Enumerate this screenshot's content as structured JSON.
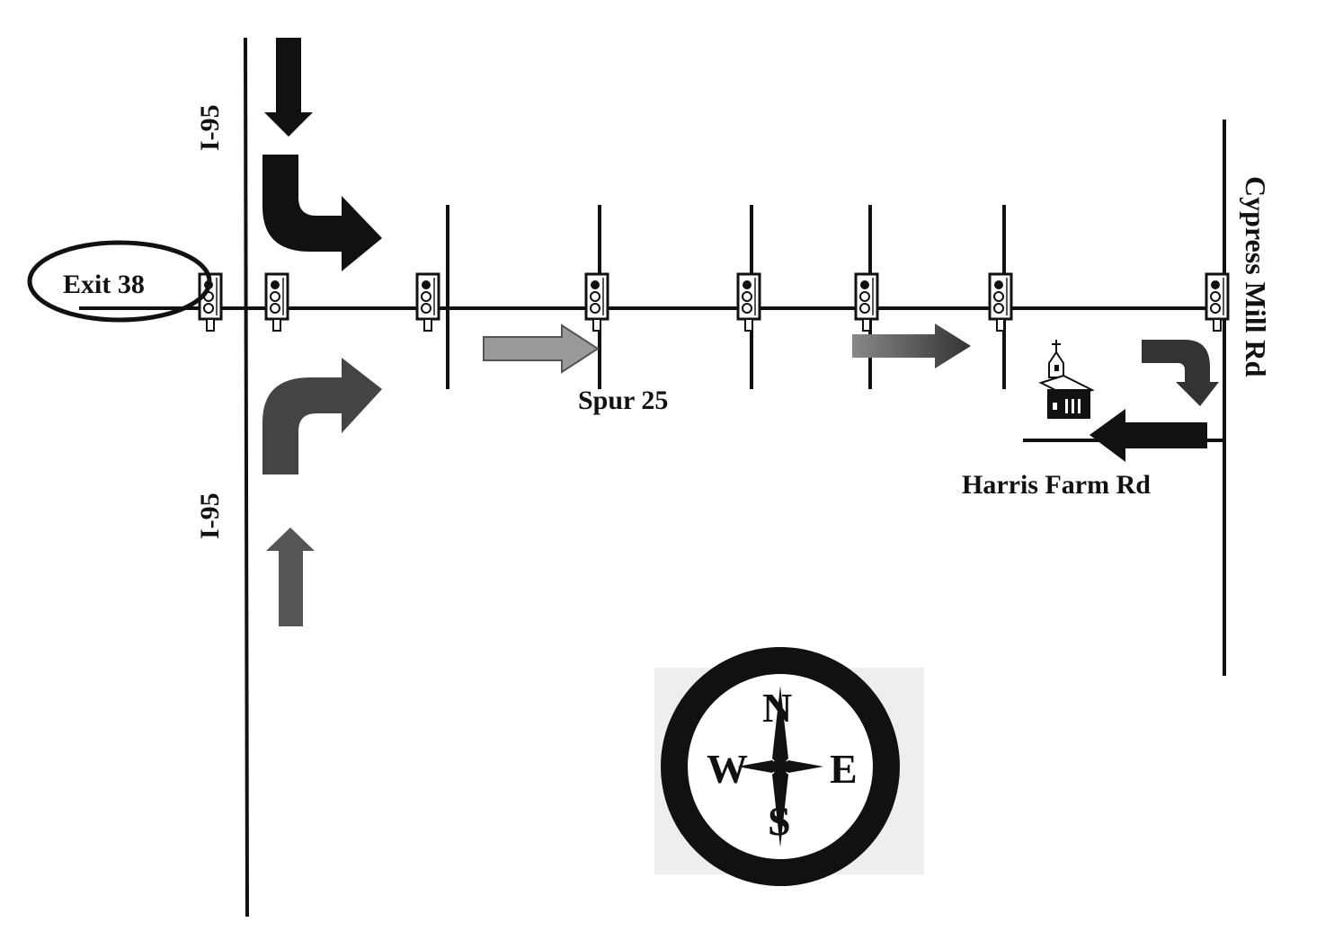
{
  "labels": {
    "highway_north": "I-95",
    "highway_south": "I-95",
    "exit": "Exit 38",
    "spur": "Spur 25",
    "harris": "Harris Farm Rd",
    "cypress": "Cypress Mill Rd"
  },
  "compass": {
    "n": "N",
    "s": "S",
    "e": "E",
    "w": "W"
  },
  "colors": {
    "ink": "#111111",
    "gray_arrow": "#8a8a8a",
    "dark_gray_arrow": "#3a3a3a"
  }
}
